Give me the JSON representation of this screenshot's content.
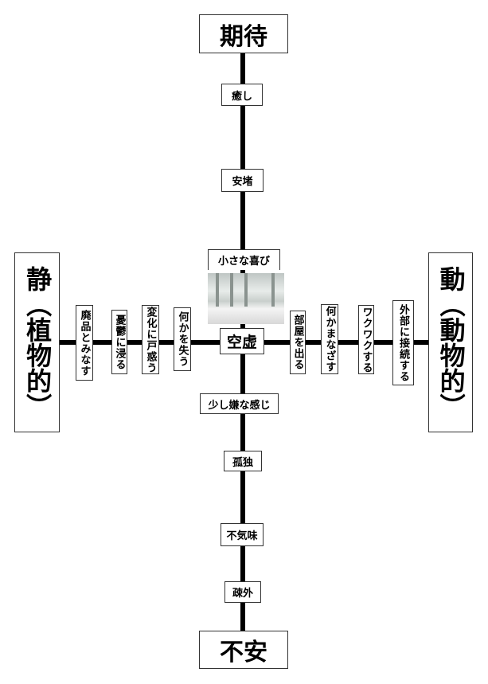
{
  "top": "期待",
  "bottom": "不安",
  "left": "静（植物的）",
  "right": "動（動物的）",
  "center": "空虚",
  "vertical_upper": [
    "癒し",
    "安堵",
    "小さな喜び"
  ],
  "vertical_lower": [
    "少し嫌な感じ",
    "孤独",
    "不気味",
    "疎外"
  ],
  "horizontal_left": [
    "廃品とみなす",
    "憂鬱に浸る",
    "変化に戸惑う",
    "何かを失う"
  ],
  "horizontal_right": [
    "部屋を出る",
    "何かまなざす",
    "ワクワクする",
    "外部に接続する"
  ]
}
